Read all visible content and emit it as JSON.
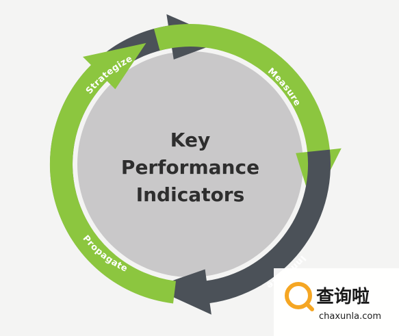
{
  "diagram": {
    "center_lines": [
      "Key",
      "Performance",
      "Indicators"
    ],
    "stages": [
      {
        "label": "Strategize",
        "color": "#4b5158"
      },
      {
        "label": "Measure",
        "color": "#8cc63f"
      },
      {
        "label": "Innovate",
        "color": "#4b5158"
      },
      {
        "label": "Propagate",
        "color": "#8cc63f"
      }
    ],
    "center_color": "#c9c8c9"
  },
  "watermark": {
    "cn_text": "查询啦",
    "en_text": "chaxunla.com",
    "accent": "#f5a623"
  }
}
